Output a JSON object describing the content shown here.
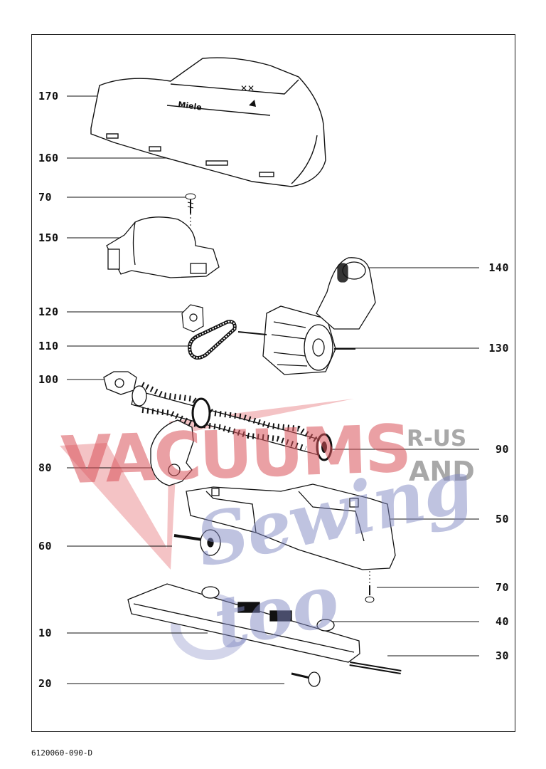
{
  "diagram": {
    "document_code": "6120060-090-D",
    "brand_mark": "Miele",
    "cover_symbol": "✕✕",
    "callouts_left": [
      "170",
      "160",
      "70",
      "150",
      "120",
      "110",
      "100",
      "80",
      "60",
      "10",
      "20"
    ],
    "callouts_right": [
      "140",
      "130",
      "90",
      "50",
      "70",
      "40",
      "30"
    ]
  },
  "watermark": {
    "line1": "VACUUMS",
    "line2": "R-US",
    "line3": "AND",
    "line4": "Sewing too",
    "colors": {
      "red": "#d9535a",
      "gray": "#8c8c8c",
      "blue": "#8088c2"
    }
  }
}
